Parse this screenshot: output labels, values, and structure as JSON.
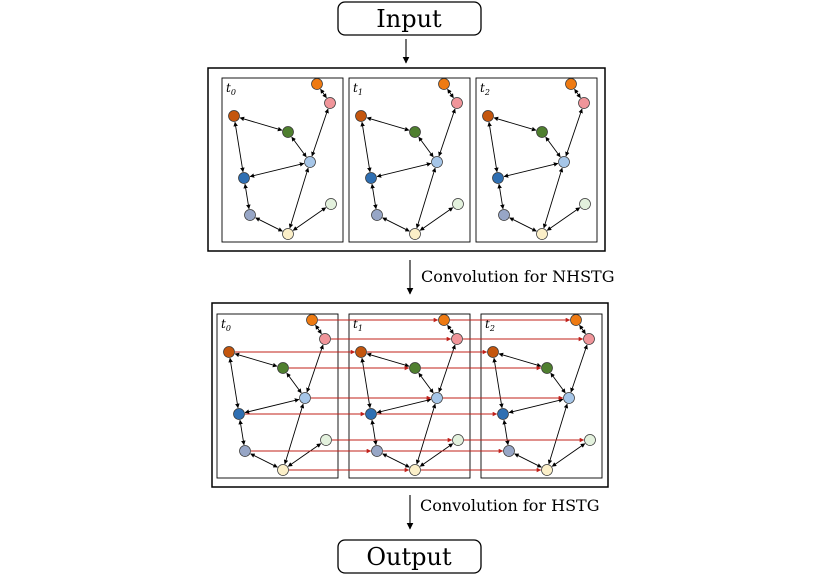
{
  "input": {
    "label": "Input"
  },
  "output": {
    "label": "Output"
  },
  "steps": [
    {
      "label": "Convolution for NHSTG"
    },
    {
      "label": "Convolution for HSTG"
    }
  ],
  "panels": [
    {
      "label": "t",
      "sub": "0"
    },
    {
      "label": "t",
      "sub": "1"
    },
    {
      "label": "t",
      "sub": "2"
    }
  ],
  "colors": {
    "orange": "#ee7a12",
    "pink": "#f0959a",
    "brown": "#c4560e",
    "green": "#4f7f2f",
    "light_blue": "#a6c6e8",
    "blue": "#2f6fb2",
    "gray_blue": "#97a6c6",
    "cream": "#fbefc8",
    "pale_green": "#e3f1dd",
    "temporal_edge": "#c0201a"
  },
  "graph": {
    "nodes": [
      {
        "id": "orange",
        "color": "orange"
      },
      {
        "id": "pink",
        "color": "pink"
      },
      {
        "id": "brown",
        "color": "brown"
      },
      {
        "id": "green",
        "color": "green"
      },
      {
        "id": "light_blue",
        "color": "light_blue"
      },
      {
        "id": "blue",
        "color": "blue"
      },
      {
        "id": "gray_blue",
        "color": "gray_blue"
      },
      {
        "id": "cream",
        "color": "cream"
      },
      {
        "id": "pale_green",
        "color": "pale_green"
      }
    ],
    "edges": [
      [
        "orange",
        "pink"
      ],
      [
        "pink",
        "light_blue"
      ],
      [
        "green",
        "brown"
      ],
      [
        "light_blue",
        "green"
      ],
      [
        "brown",
        "blue"
      ],
      [
        "light_blue",
        "blue"
      ],
      [
        "blue",
        "gray_blue"
      ],
      [
        "gray_blue",
        "cream"
      ],
      [
        "cream",
        "light_blue"
      ],
      [
        "cream",
        "pale_green"
      ]
    ]
  }
}
